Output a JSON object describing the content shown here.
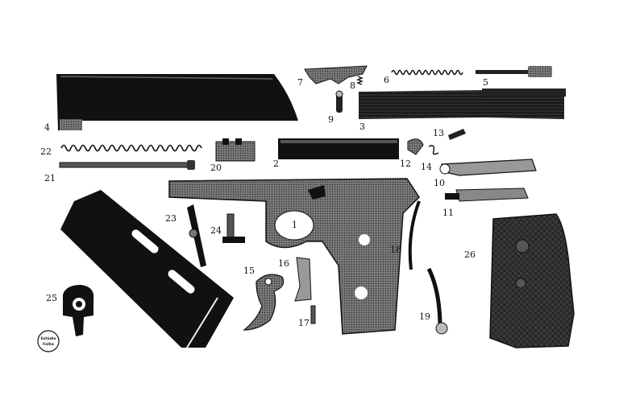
{
  "diagram": {
    "part_labels": [
      "1",
      "2",
      "3",
      "4",
      "5",
      "6",
      "7",
      "8",
      "9",
      "10",
      "11",
      "12",
      "13",
      "14",
      "15",
      "16",
      "17",
      "18",
      "19",
      "20",
      "21",
      "22",
      "23",
      "24",
      "25",
      "26"
    ],
    "logo_text": [
      "Estúdio",
      "Folha"
    ]
  },
  "colors": {
    "background": "#ffffff",
    "ink": "#111111",
    "metal_gray": "#6e6e6e",
    "metal_light": "#9a9a9a"
  }
}
